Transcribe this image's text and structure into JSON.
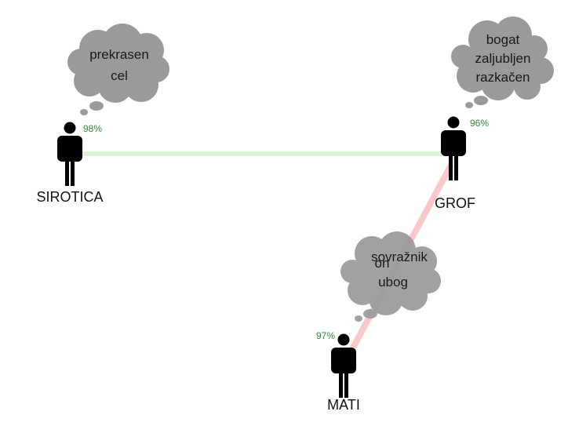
{
  "characters": {
    "sirotica": {
      "name": "SIROTICA",
      "percent": "98%",
      "thoughts": [
        "prekrasen",
        "cel"
      ]
    },
    "grof": {
      "name": "GROF",
      "percent": "96%",
      "thoughts": [
        "bogat",
        "zaljubljen",
        "razkačen"
      ]
    },
    "mati": {
      "name": "MATI",
      "percent": "97%",
      "thoughts": []
    }
  },
  "relations": [
    {
      "from": "sirotica",
      "to": "grof",
      "type": "positive",
      "color": "#d9f7d3"
    },
    {
      "from": "grof",
      "to": "mati",
      "type": "negative",
      "color": "#f9c9c9",
      "thoughts": [
        "sovražnik",
        "ubog"
      ],
      "overlapping_text": "on"
    }
  ],
  "colors": {
    "person": "#000000",
    "cloud": "#9a9a9a",
    "percent": "#2e8b3e"
  }
}
